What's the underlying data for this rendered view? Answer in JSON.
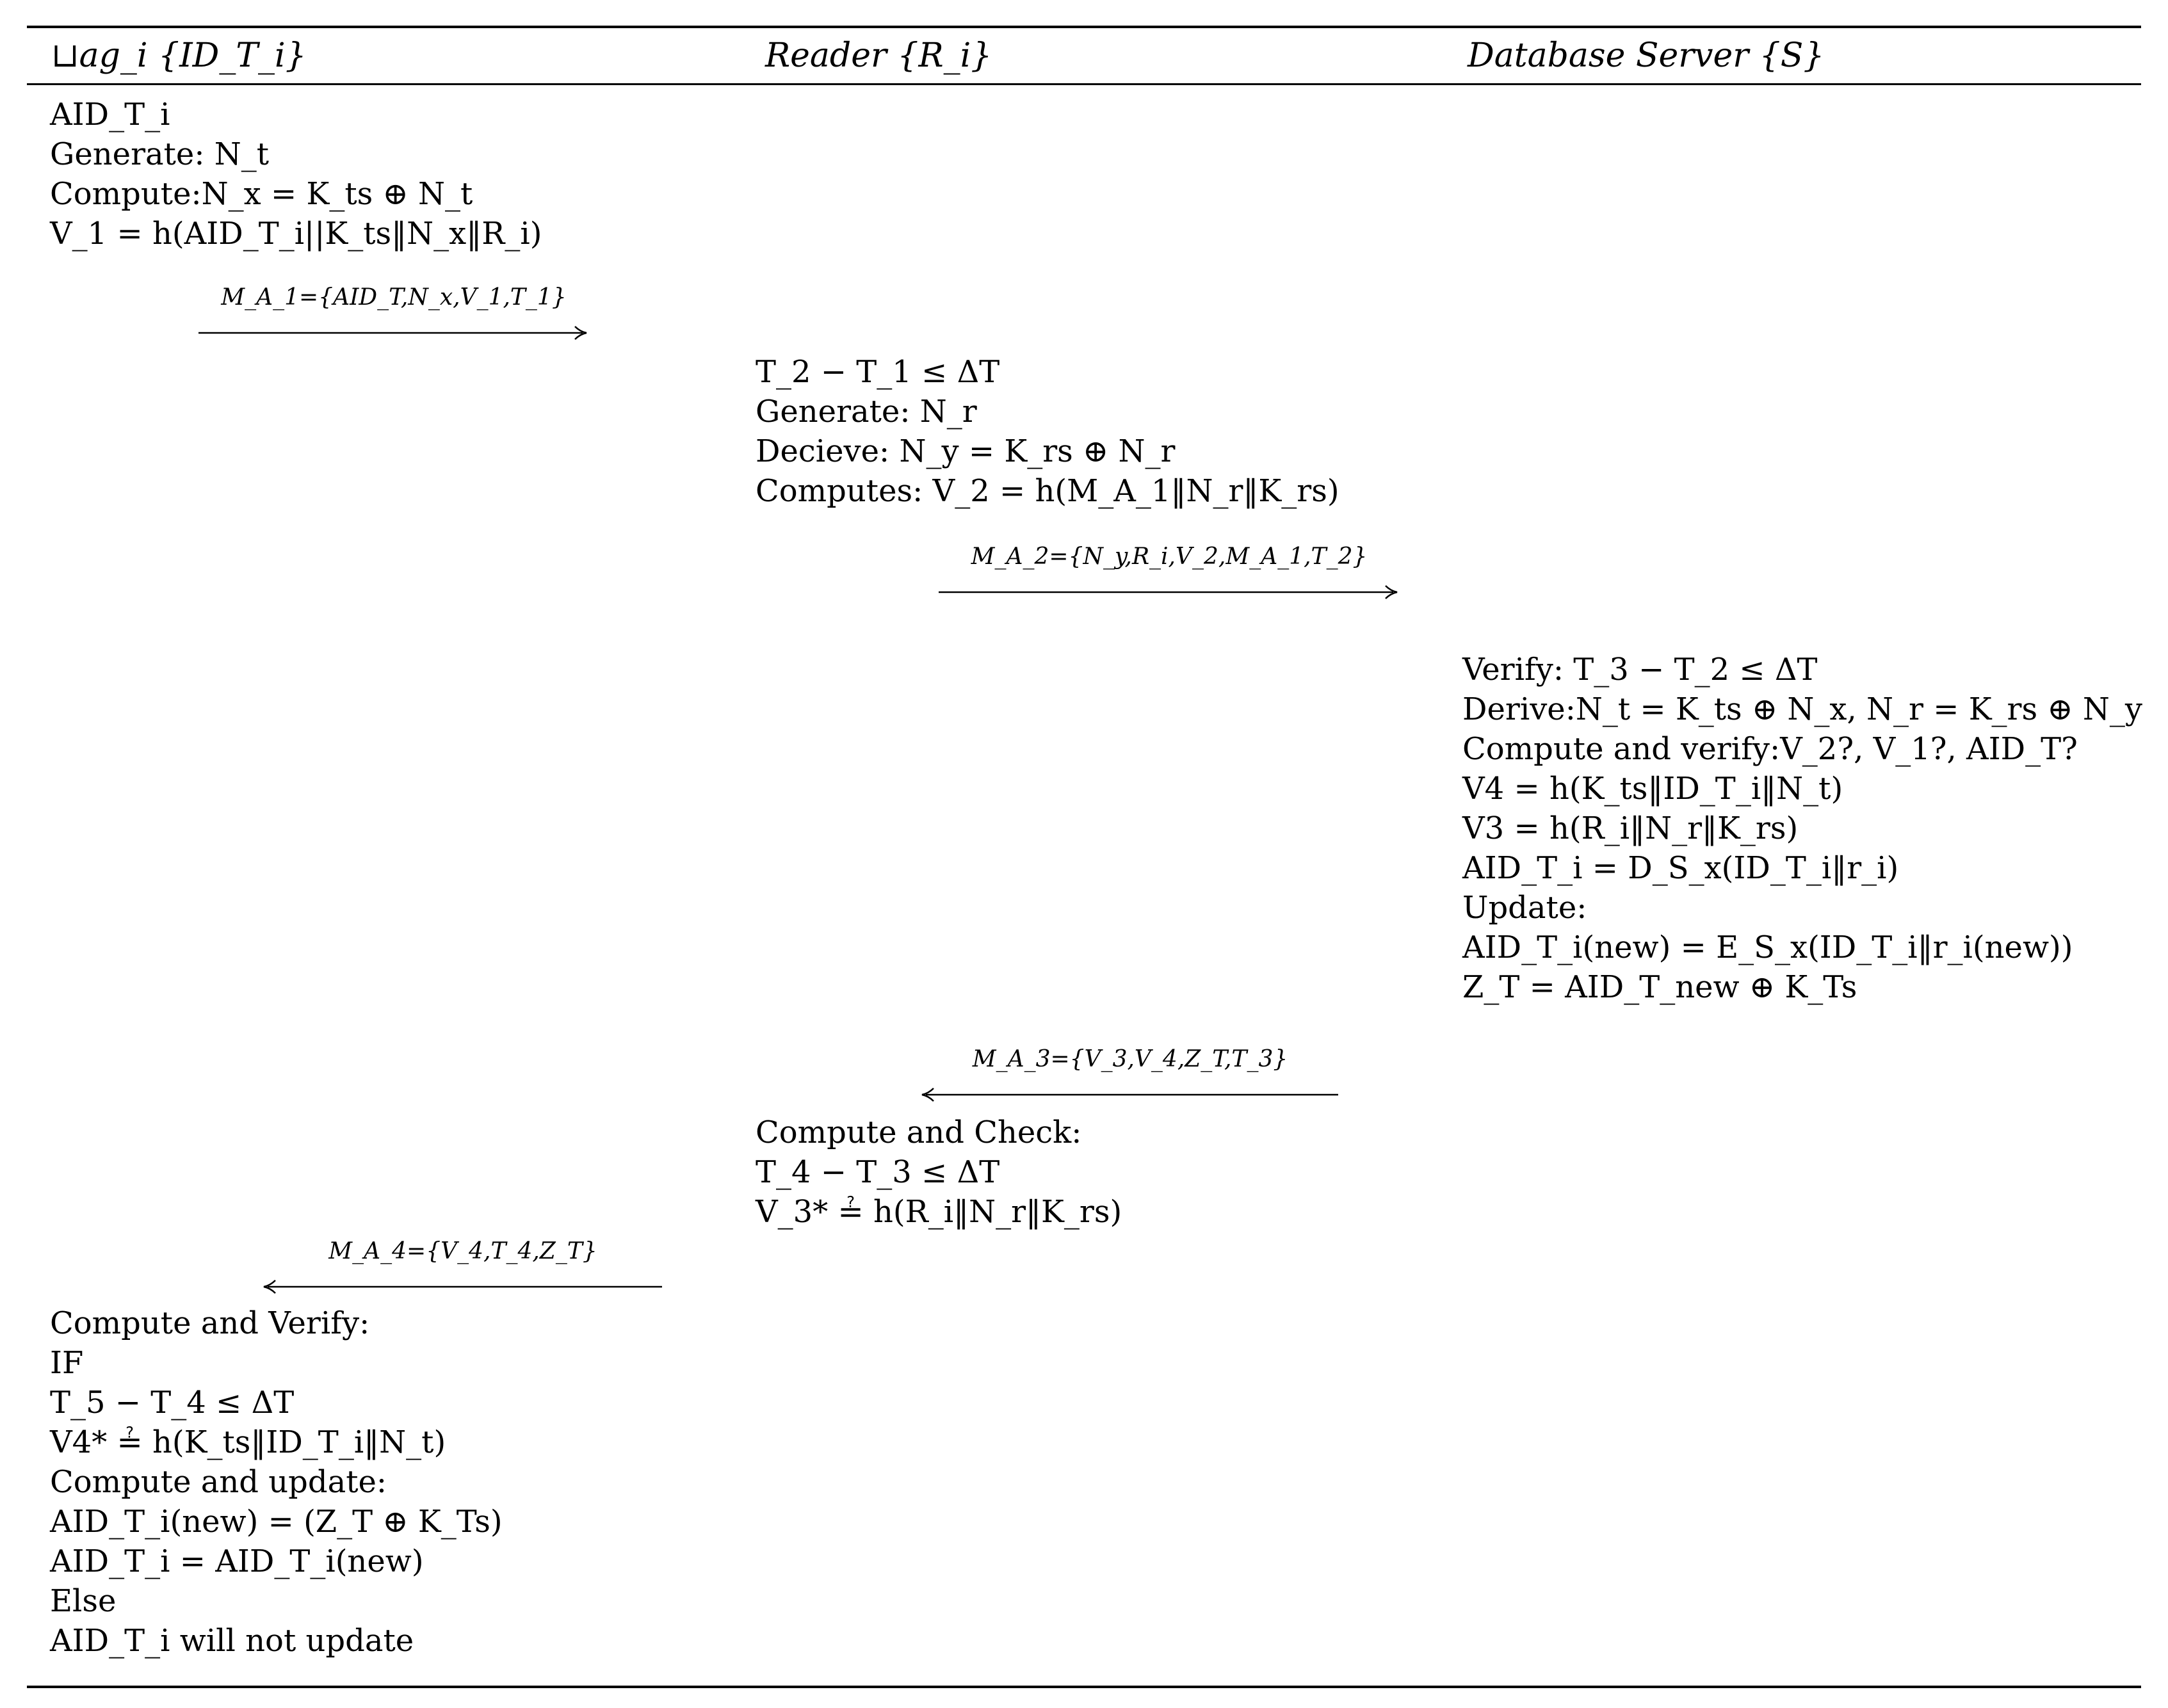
{
  "columns": {
    "tag": "⊔ag_i {ID_T_i}",
    "reader": "Reader {R_i}",
    "server": "Database Server {S}"
  },
  "tag_step1": [
    "AID_T_i",
    "Generate: N_t",
    "Compute:N_x = K_ts ⊕ N_t",
    "V_1 = h(AID_T_i||K_ts‖N_x‖R_i)"
  ],
  "msg1": "M_A_1={AID_T,N_x,V_1,T_1}",
  "reader_step1": [
    "T_2 − T_1 ≤ ΔT",
    "Generate: N_r",
    "Decieve: N_y = K_rs ⊕ N_r",
    "Computes: V_2 = h(M_A_1‖N_r‖K_rs)"
  ],
  "msg2": "M_A_2={N_y,R_i,V_2,M_A_1,T_2}",
  "server_step": [
    "Verify: T_3 − T_2 ≤ ΔT",
    "Derive:N_t = K_ts ⊕ N_x, N_r = K_rs ⊕ N_y",
    "Compute and verify:V_2?, V_1?, AID_T?",
    "V4 = h(K_ts‖ID_T_i‖N_t)",
    "V3 = h(R_i‖N_r‖K_rs)",
    "AID_T_i = D_S_x(ID_T_i‖r_i)",
    "Update:",
    "AID_T_i(new) = E_S_x(ID_T_i‖r_i(new))",
    "Z_T = AID_T_new ⊕ K_Ts"
  ],
  "msg3": "M_A_3={V_3,V_4,Z_T,T_3}",
  "reader_step2": [
    "Compute and Check:",
    "T_4 − T_3 ≤ ΔT",
    "V_3* ≟ h(R_i‖N_r‖K_rs)"
  ],
  "msg4": "M_A_4={V_4,T_4,Z_T}",
  "tag_step2": [
    "Compute and Verify:",
    "IF",
    "T_5 − T_4 ≤ ΔT",
    "V4* ≟ h(K_ts‖ID_T_i‖N_t)",
    "Compute and update:",
    "AID_T_i(new) = (Z_T ⊕ K_Ts)",
    "AID_T_i = AID_T_i(new)",
    "Else",
    "AID_T_i will not update"
  ]
}
